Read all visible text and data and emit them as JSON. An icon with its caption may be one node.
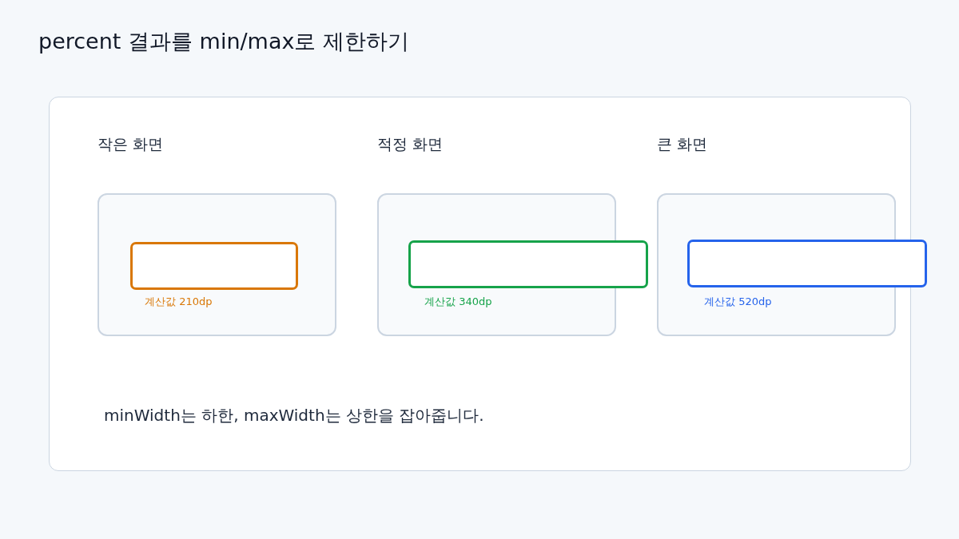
{
  "diagram": {
    "title": "percent 결과를 min/max로 제한하기",
    "nodes": [
      {
        "text": [
          "minWidth는 하한, maxWidth는 상한을 잡아줍니다."
        ]
      },
      {
        "text": [
          "작은 화면",
          "계산값 210dp"
        ],
        "in": 0
      },
      {
        "text": [],
        "shape": "box",
        "in": 1
      },
      {
        "text": [
          "적정 화면",
          "계산값 340dp"
        ],
        "in": 0
      },
      {
        "text": [],
        "shape": "box",
        "in": 0
      },
      {
        "text": [
          "큰 화면",
          "계산값 520dp"
        ],
        "in": 0
      },
      {
        "text": [],
        "shape": "box"
      }
    ]
  }
}
